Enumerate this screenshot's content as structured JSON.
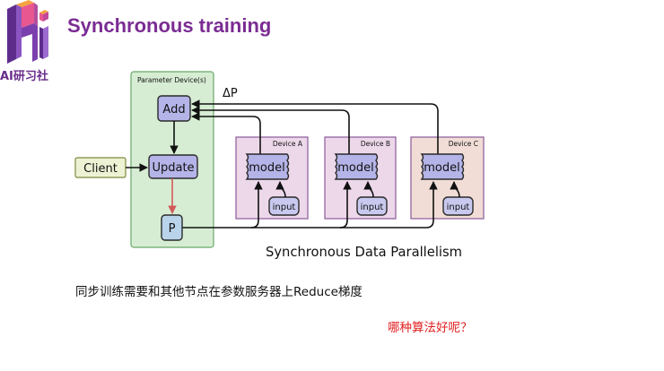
{
  "slide": {
    "title": "Synchronous training",
    "logo_text": "AI研习社",
    "body_text": "同步训练需要和其他节点在参数服务器上Reduce梯度",
    "question_text": "哪种算法好呢？"
  },
  "diagram": {
    "parameter_device_label": "Parameter Device(s)",
    "add_label": "Add",
    "update_label": "Update",
    "p_label": "P",
    "client_label": "Client",
    "delta_label": "ΔP",
    "caption": "Synchronous Data Parallelism",
    "devices": [
      {
        "label": "Device A",
        "model_label": "model",
        "input_label": "input"
      },
      {
        "label": "Device B",
        "model_label": "model",
        "input_label": "input"
      },
      {
        "label": "Device C",
        "model_label": "model",
        "input_label": "input"
      }
    ]
  },
  "colors": {
    "title": "#7b2c93",
    "question": "#e02020",
    "parameter_fill": "#d6edd3",
    "node_fill": "#b4b4e8",
    "p_fill": "#b9d3ea",
    "client_fill": "#eef2d4",
    "device_fill": "#edd8ea",
    "device_c_fill": "#f1ddd6",
    "input_fill": "#c9c9ef"
  }
}
